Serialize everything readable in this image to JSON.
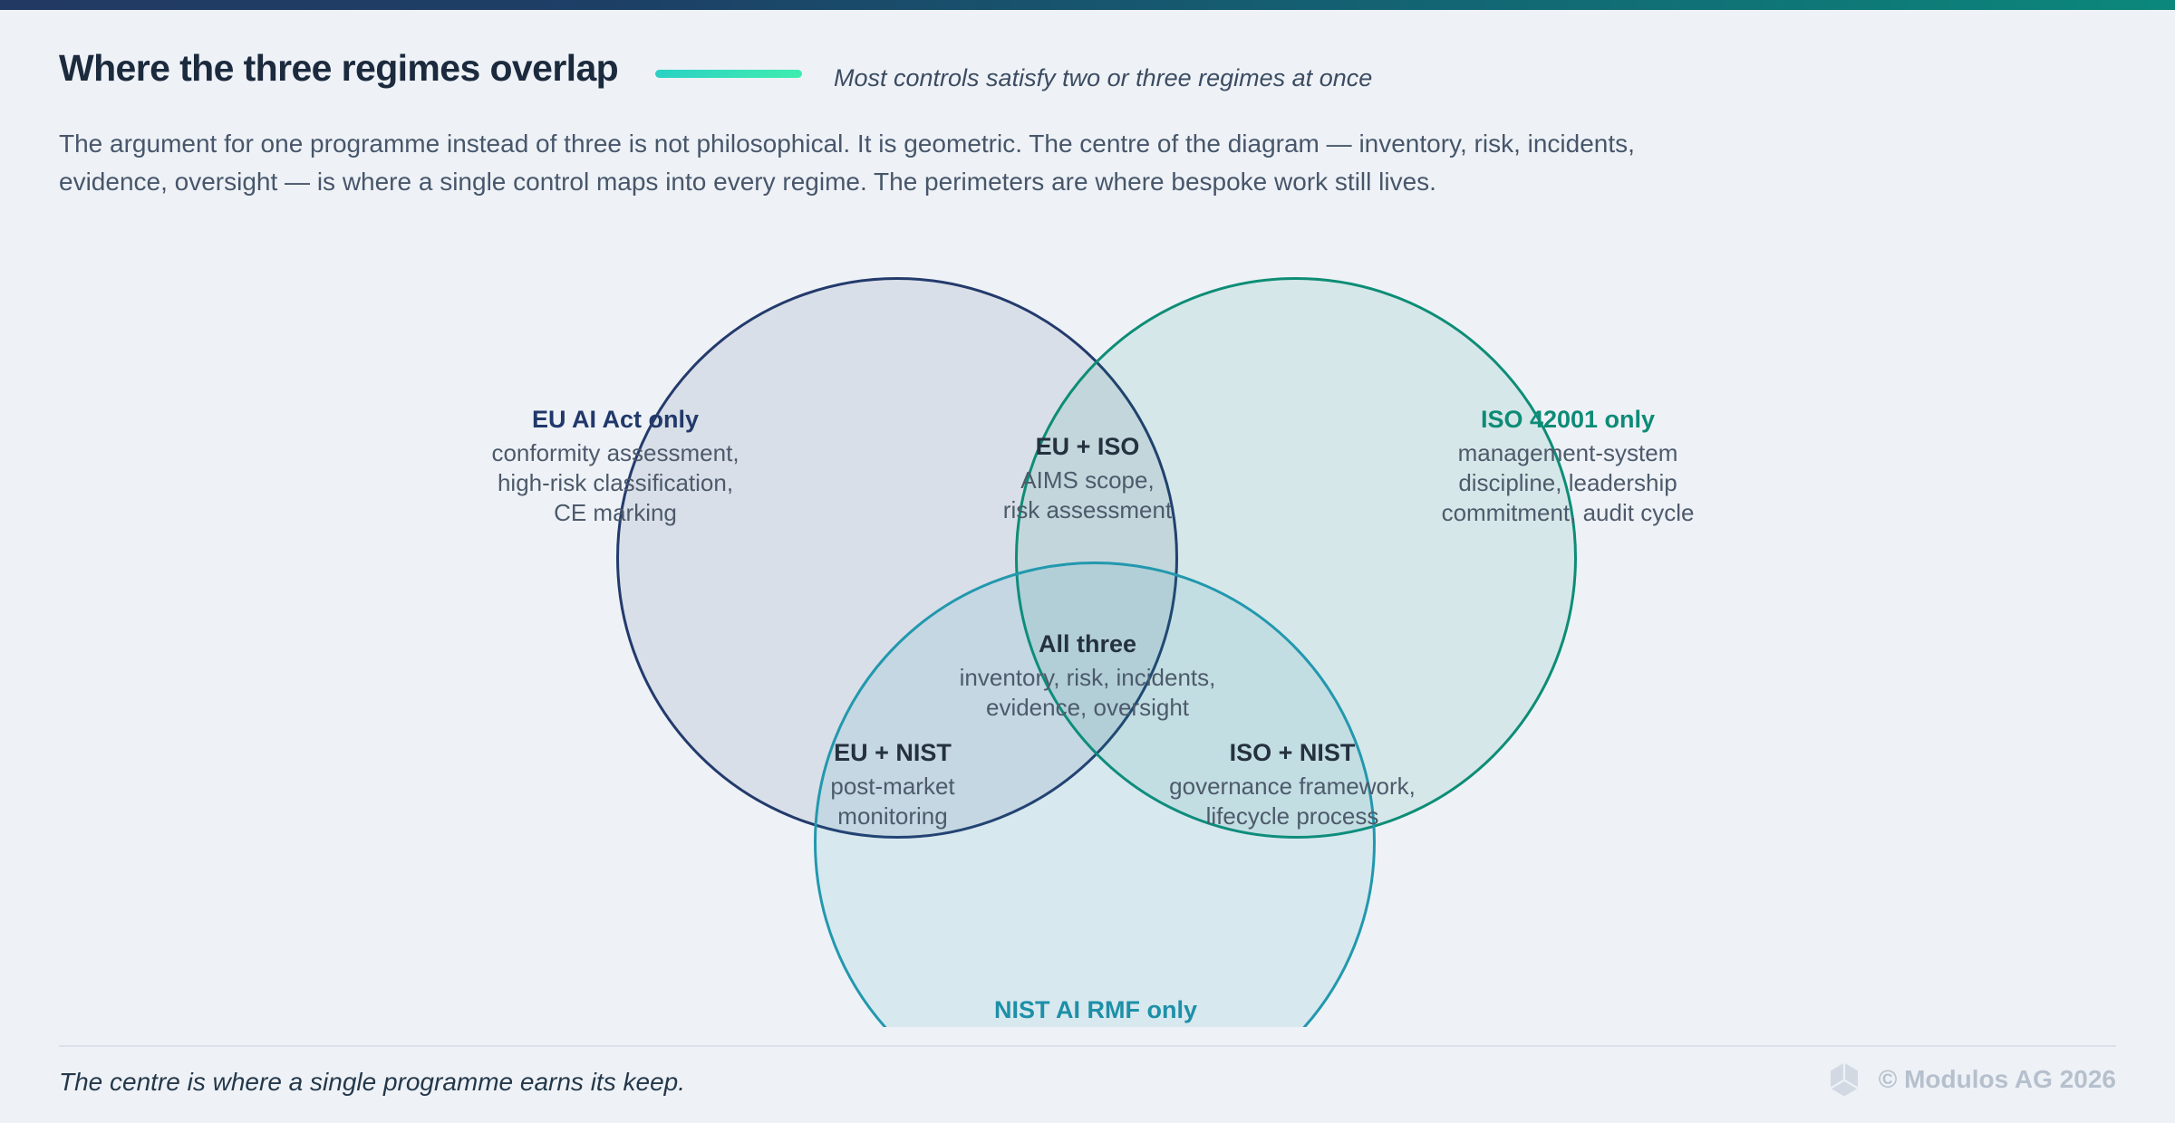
{
  "page": {
    "background": "#eef2f7",
    "top_bar_gradient": [
      "#223a63",
      "#0b887b"
    ]
  },
  "header": {
    "title": "Where the three regimes overlap",
    "accent_line_gradient": [
      "#2bd1c4",
      "#3fedae"
    ],
    "subtitle": "Most controls satisfy two or three regimes at once"
  },
  "intro": {
    "text": "The argument for one programme instead of three is not philosophical. It is geometric. The centre of the diagram — inventory, risk, incidents,\nevidence, oversight — is where a single control maps into every regime. The perimeters are where bespoke work still lives."
  },
  "diagram": {
    "type": "venn",
    "circles": [
      {
        "id": "eu",
        "regime": "EU AI Act",
        "stroke": "#233a6c",
        "fill": "rgba(35,58,108,0.10)"
      },
      {
        "id": "iso",
        "regime": "ISO 42001",
        "stroke": "#0d8d76",
        "fill": "rgba(13,141,118,0.10)"
      },
      {
        "id": "nist",
        "regime": "NIST AI RMF",
        "stroke": "#2298ae",
        "fill": "rgba(34,152,174,0.10)"
      }
    ],
    "regions": [
      {
        "id": "eu-only",
        "title": "EU AI Act only",
        "title_color": "#21386b",
        "detail": "conformity assessment,\nhigh-risk classification,\nCE marking"
      },
      {
        "id": "eu-iso",
        "title": "EU + ISO",
        "title_color": "#25313f",
        "detail": "AIMS scope,\nrisk assessment"
      },
      {
        "id": "iso-only",
        "title": "ISO 42001 only",
        "title_color": "#0d8b76",
        "detail": "management-system\ndiscipline, leadership\ncommitment, audit cycle"
      },
      {
        "id": "all-three",
        "title": "All three",
        "title_color": "#25313f",
        "detail": "inventory, risk, incidents,\nevidence, oversight"
      },
      {
        "id": "eu-nist",
        "title": "EU + NIST",
        "title_color": "#25313f",
        "detail": "post-market\nmonitoring"
      },
      {
        "id": "iso-nist",
        "title": "ISO + NIST",
        "title_color": "#25313f",
        "detail": "governance framework,\nlifecycle process"
      },
      {
        "id": "nist-only",
        "title": "NIST AI RMF only",
        "title_color": "#1d90a7",
        "detail": ""
      }
    ]
  },
  "footer": {
    "note": "The centre is where a single programme earns its keep.",
    "copyright": "© Modulos AG 2026",
    "logo_color": "#d3d9e3"
  }
}
